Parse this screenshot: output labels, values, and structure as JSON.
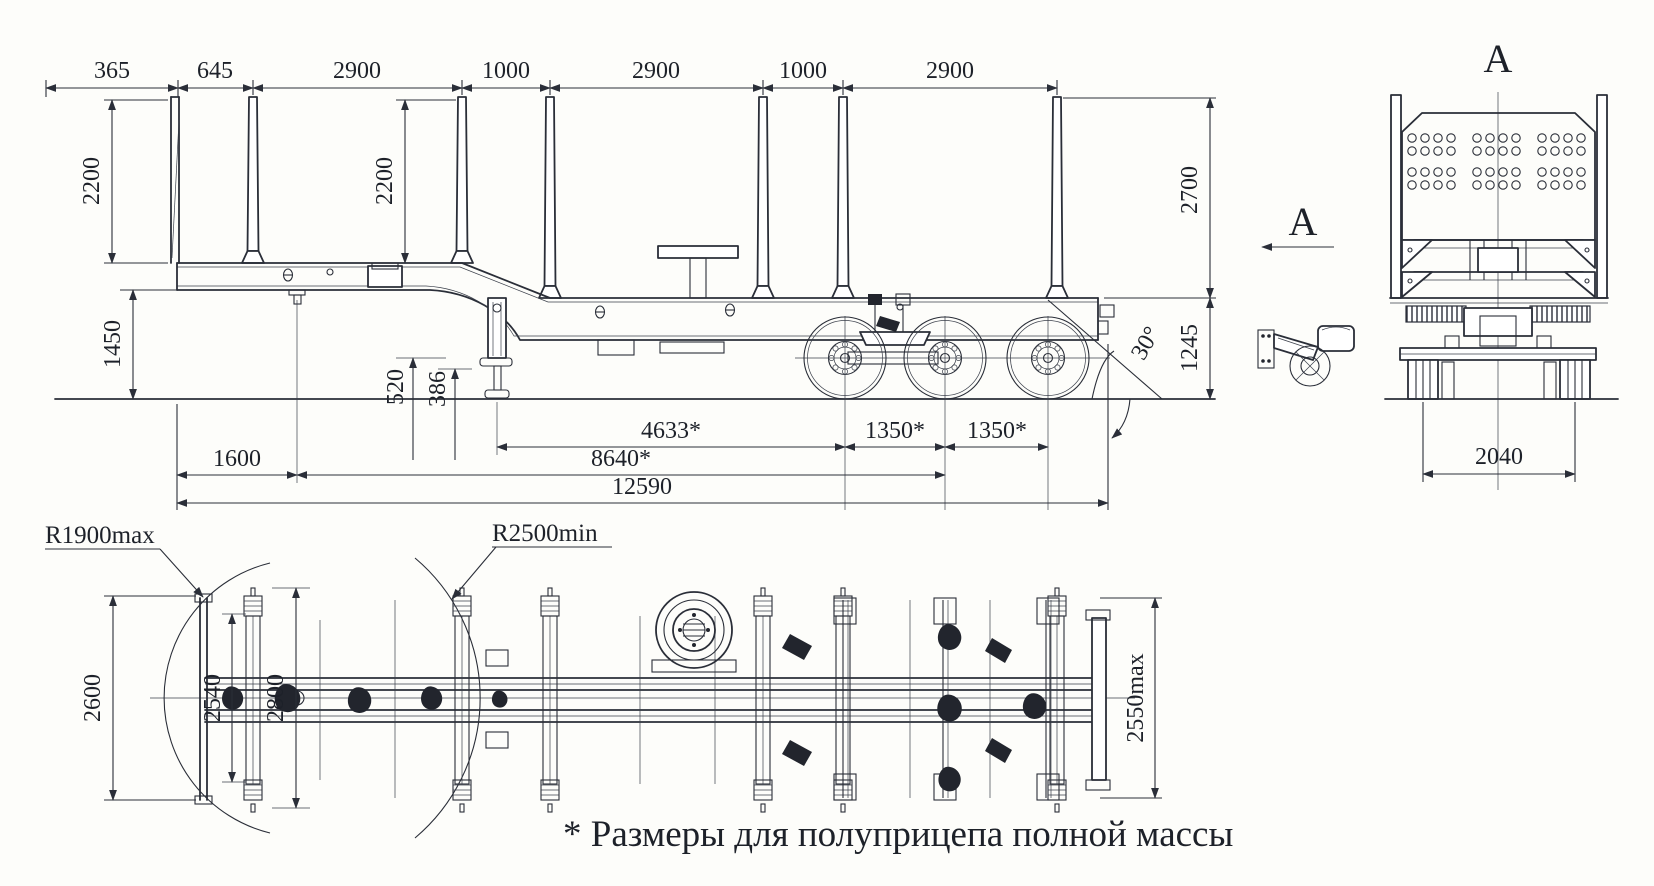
{
  "footnote": "* Размеры для полуприцепа полной массы",
  "labels": {
    "view_title": "A",
    "view_direction": "A"
  },
  "side_view": {
    "top_dims": [
      "365",
      "645",
      "2900",
      "1000",
      "2900",
      "1000",
      "2900"
    ],
    "stake_height_front": "2200",
    "stake_height_mid": "2200",
    "stake_height_rear": "2700",
    "coupling_height": "1450",
    "support_clearance_max": "520",
    "support_clearance_min": "386",
    "frame_height_rear": "1245",
    "departure_angle": "30°",
    "support_to_axle": "4633*",
    "axle_spacing_1": "1350*",
    "axle_spacing_2": "1350*",
    "front_overhang": "1600",
    "kingpin_to_bogie": "8640*",
    "overall_length": "12590"
  },
  "rear_view": {
    "track_width": "2040"
  },
  "plan_view": {
    "radius_front_max": "R1900max",
    "radius_kingpin_min": "R2500min",
    "width_front_wall": "2600",
    "width_inner": "2540",
    "width_over_bunks": "2800",
    "width_overall_max": "2550max"
  }
}
